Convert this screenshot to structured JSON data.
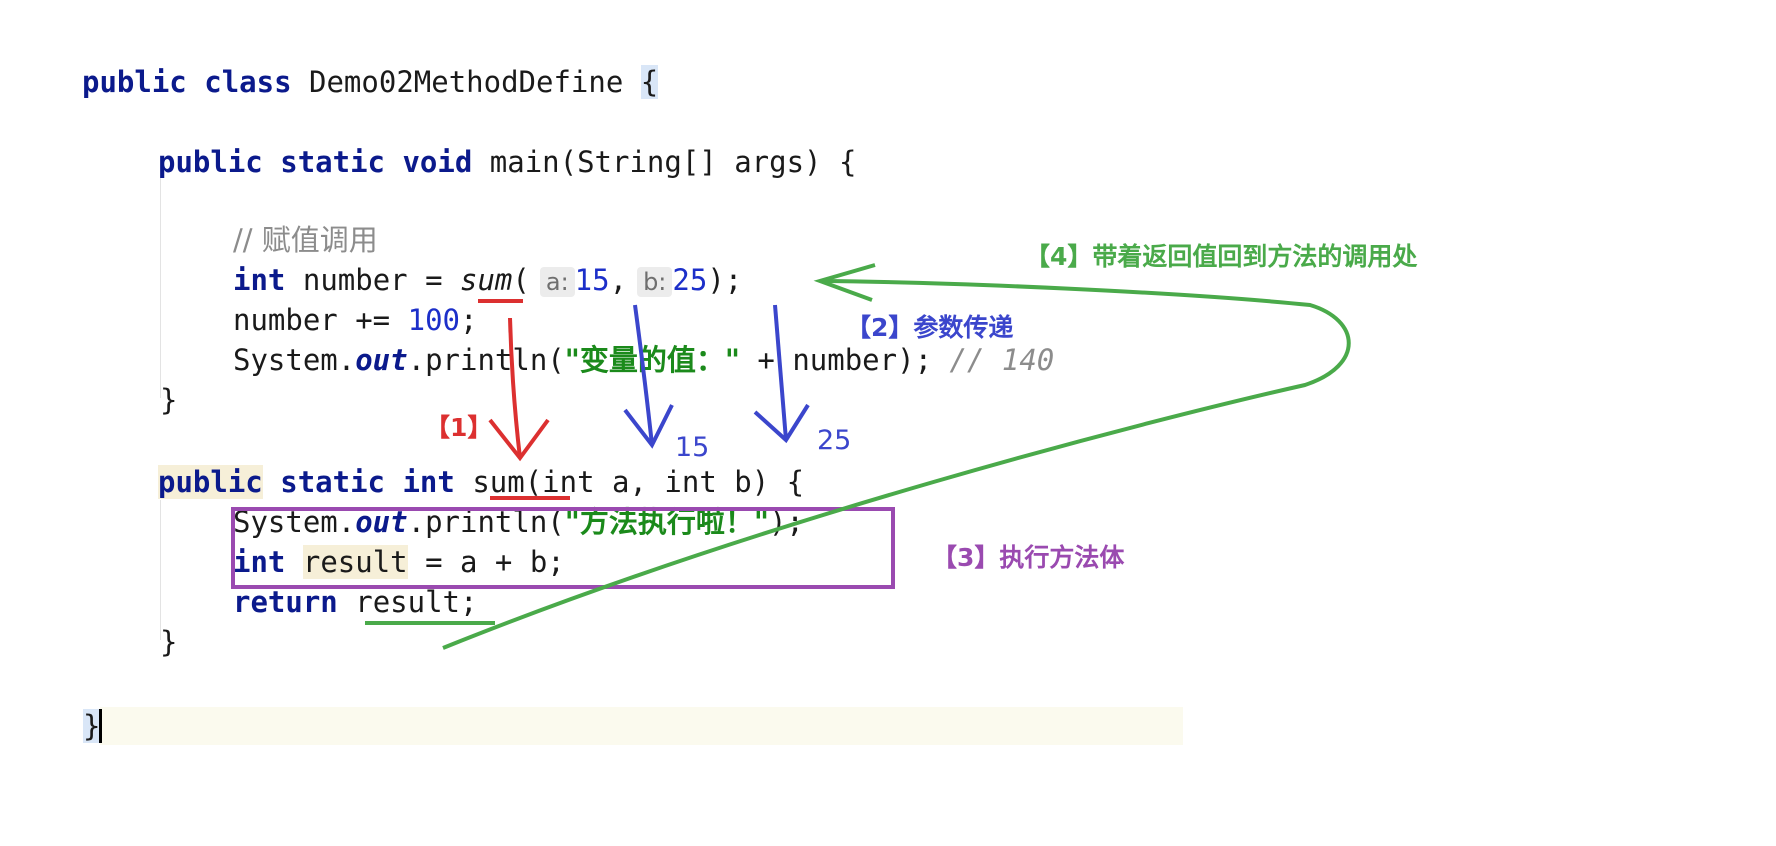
{
  "code": {
    "kw_public": "public",
    "kw_class": "class",
    "class_name": "Demo02MethodDefine",
    "brace_open": "{",
    "kw_static": "static",
    "kw_void": "void",
    "main_sig": "main(String[] args) {",
    "comment_assign": "// 赋值调用",
    "kw_int": "int",
    "assign_lhs": "number =",
    "call_name": "sum",
    "paren_open": "(",
    "hint_a": "a:",
    "arg_a": "15",
    "comma": ",",
    "hint_b": "b:",
    "arg_b": "25",
    "call_end": ");",
    "plus_assign": "number +=",
    "plus_value": "100",
    "semicolon": ";",
    "print_prefix": "System.",
    "out_field": "out",
    "print_call": ".println(",
    "str_value": "\"变量的值：\"",
    "print_suffix": " + number);",
    "trailing_comment": "// 140",
    "brace_close": "}",
    "sum_name": "sum",
    "sum_params": "(int a, int b) {",
    "str_exec": "\"方法执行啦！\"",
    "print_end": ");",
    "result_var": "result",
    "result_expr": " = a + b;",
    "kw_return": "return",
    "return_value": "result;"
  },
  "annotations": {
    "step1": "【1】",
    "step2": "【2】参数传递",
    "step3": "【3】执行方法体",
    "step4": "【4】带着返回值回到方法的调用处",
    "label_15": "15",
    "label_25": "25"
  },
  "colors": {
    "step1": "#dc3030",
    "step2": "#3b46cc",
    "step3": "#9a4ab0",
    "step4": "#4aaa4a"
  }
}
